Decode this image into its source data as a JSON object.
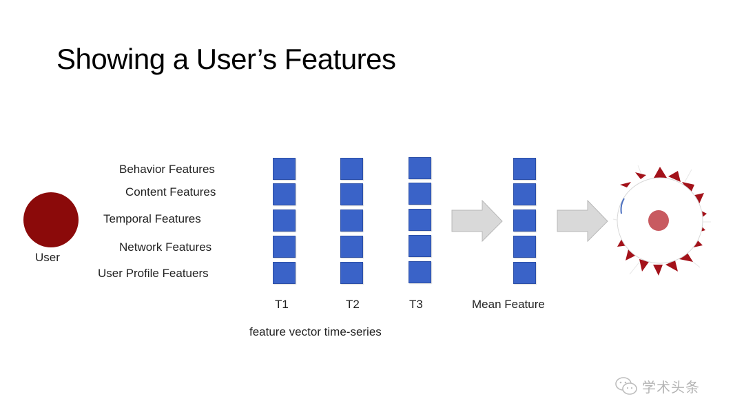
{
  "title": "Showing a User’s Features",
  "user_label": "User",
  "feature_labels": [
    "Behavior Features",
    "Content Features",
    "Temporal Features",
    "Network Features",
    "User Profile Featuers"
  ],
  "time_labels": [
    "T1",
    "T2",
    "T3"
  ],
  "mean_label": "Mean Feature",
  "caption": "feature vector time-series",
  "watermark_text": "学术头条",
  "colors": {
    "user": "#8b0a0a",
    "feature_cell": "#3a63c8",
    "arrow": "#d9d9d9",
    "spikes": "#a3121a",
    "center_dot": "#c85a60"
  }
}
